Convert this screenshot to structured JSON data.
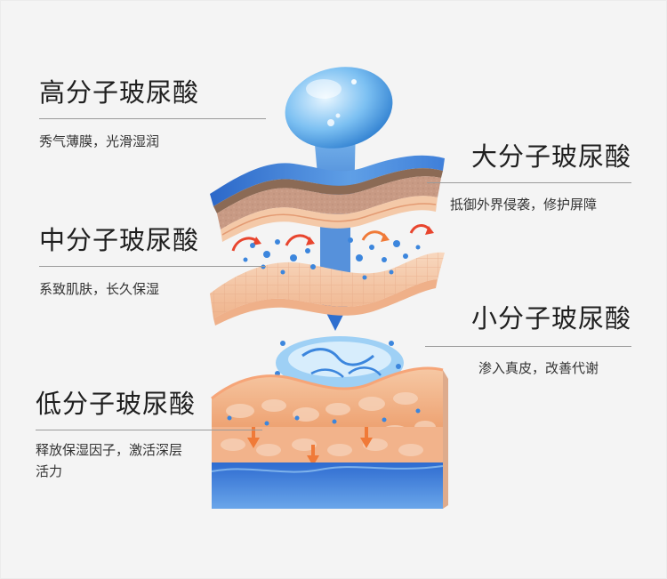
{
  "labels": {
    "high": {
      "title": "高分子玻尿酸",
      "desc": "秀气薄膜，光滑湿润"
    },
    "large": {
      "title": "大分子玻尿酸",
      "desc": "抵御外界侵袭，修护屏障"
    },
    "mid": {
      "title": "中分子玻尿酸",
      "desc": "系致肌肤，长久保湿"
    },
    "small": {
      "title": "小分子玻尿酸",
      "desc": "渗入真皮，改善代谢"
    },
    "low": {
      "title": "低分子玻尿酸",
      "desc": "释放保湿因子，激活深层活力"
    }
  },
  "colors": {
    "blue_dark": "#2a63c4",
    "blue_light": "#7fb6ef",
    "skin_tan": "#f2c7a5",
    "skin_orange": "#f0a77c",
    "arrow_red": "#e8452e",
    "arrow_orange": "#f07a38"
  }
}
